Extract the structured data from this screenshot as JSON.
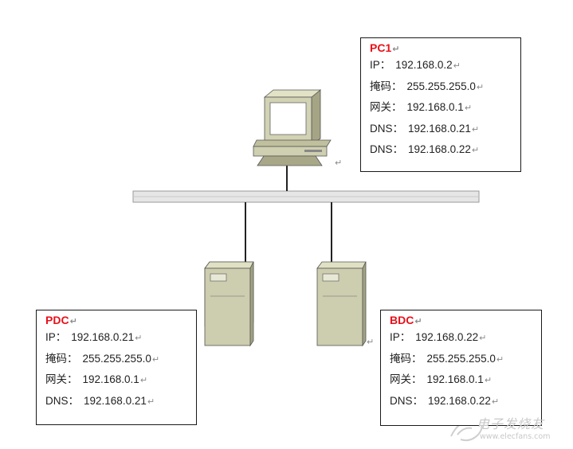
{
  "paragraph_mark": "↵",
  "pc1": {
    "title": "PC1",
    "rows": [
      {
        "label": "IP：",
        "value": "192.168.0.2"
      },
      {
        "label": "掩码：",
        "value": "255.255.255.0"
      },
      {
        "label": "网关：",
        "value": "192.168.0.1"
      },
      {
        "label": "DNS：",
        "value": "192.168.0.21"
      },
      {
        "label": "DNS：",
        "value": "192.168.0.22"
      }
    ]
  },
  "pdc": {
    "title": "PDC",
    "rows": [
      {
        "label": "IP：",
        "value": "192.168.0.21"
      },
      {
        "label": "掩码：",
        "value": "255.255.255.0"
      },
      {
        "label": "网关：",
        "value": "192.168.0.1"
      },
      {
        "label": "DNS：",
        "value": "192.168.0.21"
      }
    ]
  },
  "bdc": {
    "title": "BDC",
    "rows": [
      {
        "label": "IP：",
        "value": "192.168.0.22"
      },
      {
        "label": "掩码：",
        "value": "255.255.255.0"
      },
      {
        "label": "网关：",
        "value": "192.168.0.1"
      },
      {
        "label": "DNS：",
        "value": "192.168.0.22"
      }
    ]
  },
  "watermark": {
    "name": "电子发烧友",
    "url": "www.elecfans.com"
  },
  "colors": {
    "title_red": "#e8101a",
    "device_body": "#c9c9ab",
    "device_shadow": "#8f8f6e",
    "bus": "#e4e4e4"
  }
}
